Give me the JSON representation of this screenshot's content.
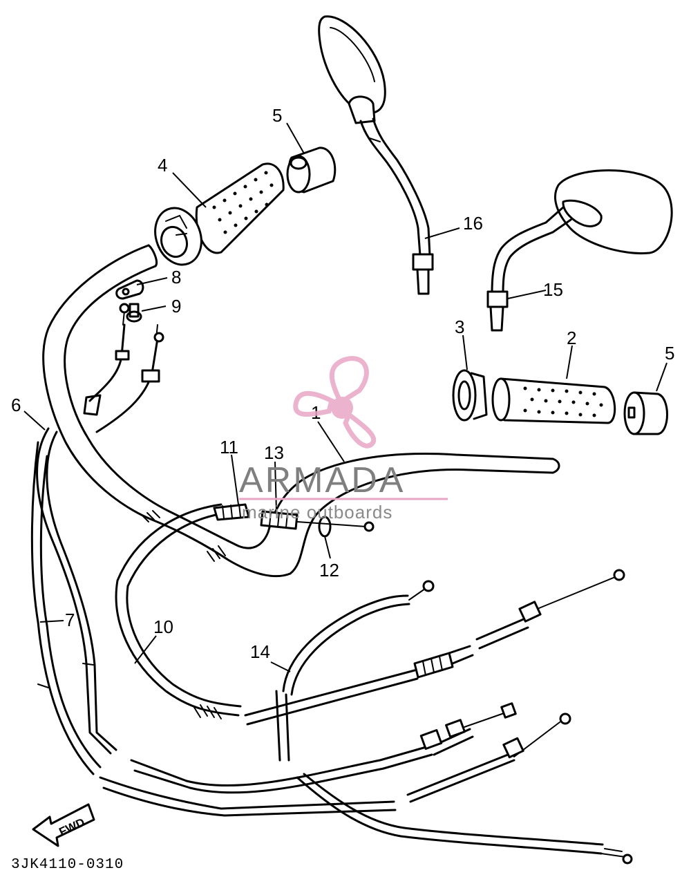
{
  "diagram": {
    "callouts": [
      "1",
      "2",
      "3",
      "4",
      "5",
      "5",
      "6",
      "7",
      "8",
      "9",
      "10",
      "11",
      "12",
      "13",
      "14",
      "15",
      "16"
    ],
    "part_code": "3JK4110-0310",
    "direction_label": "FWD"
  },
  "watermark": {
    "brand": "ARMADA",
    "tagline": "marine outboards",
    "logo_icon": "propeller-icon",
    "accent_color": "#e8a6c6"
  },
  "colors": {
    "line": "#000000",
    "background": "#ffffff"
  }
}
